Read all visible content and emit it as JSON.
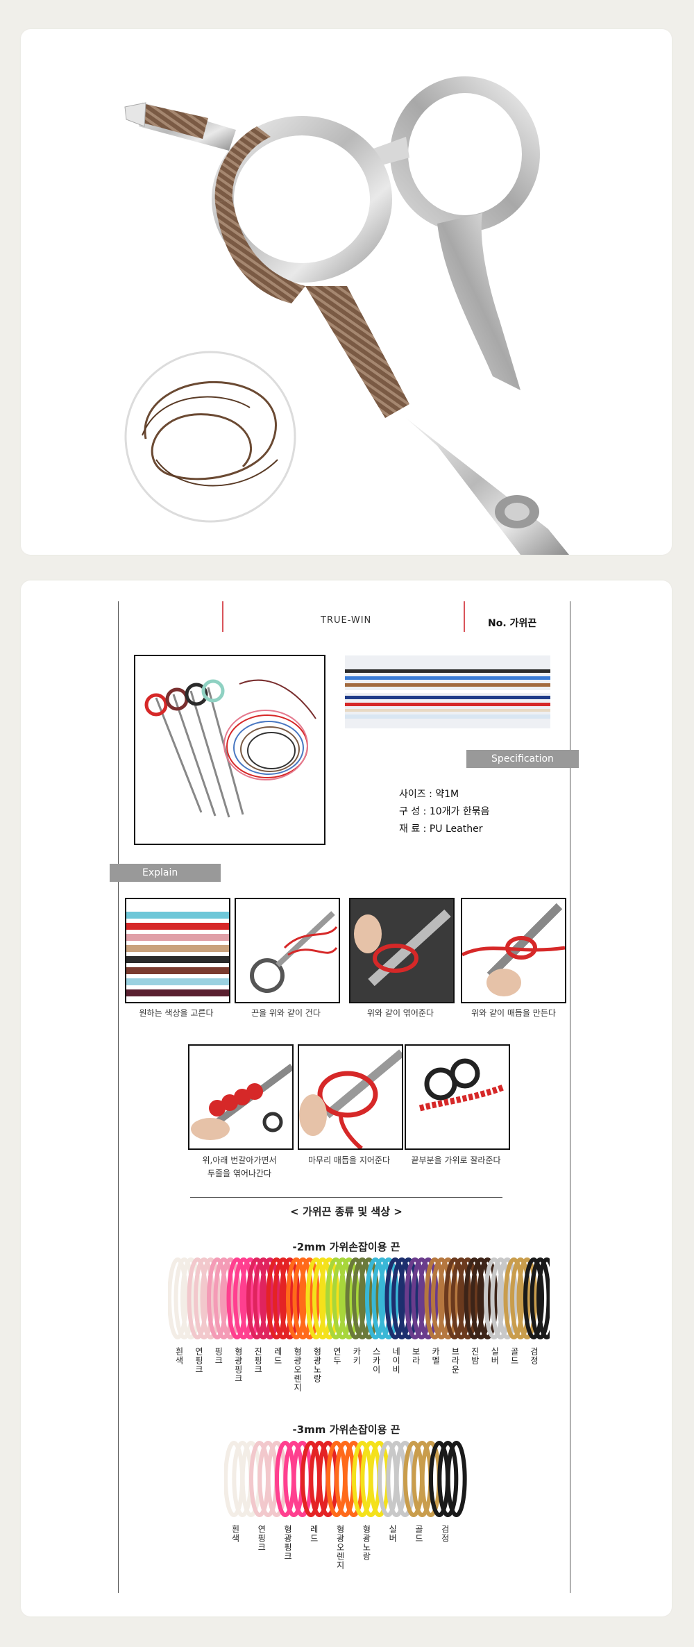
{
  "product": {
    "brand": "TRUE-WIN",
    "number": "No. 가위끈"
  },
  "specification": {
    "tag": "Specification",
    "rows": [
      "사이즈 : 약1M",
      "구  성 : 10개가 한묶음",
      "재  료 : PU Leather"
    ]
  },
  "explain": {
    "tag": "Explain",
    "steps": [
      "원하는 색상을 고른다",
      "끈을 위와 같이 건다",
      "위와 같이 엮어준다",
      "위와 같이 매듭을 만든다",
      "위,아래 번갈아가면서",
      "두줄을 엮어나간다",
      "마무리 매듭을 지어준다",
      "끝부분을 가위로 잘라준다"
    ]
  },
  "colors_section": {
    "title": "< 가위끈 종류 및 색상 >",
    "mm2_title": "-2mm 가위손잡이용 끈",
    "mm2_labels": [
      "흰색",
      "연핑크",
      "핑크",
      "형광핑크",
      "진핑크",
      "레드",
      "형광오렌지",
      "형광노랑",
      "연두",
      "카키",
      "스카이",
      "네이비",
      "보라",
      "카멜",
      "브라운",
      "진밤",
      "실버",
      "골드",
      "검정"
    ],
    "mm3_title": "-3mm 가위손잡이용 끈",
    "mm3_labels": [
      "흰색",
      "연핑크",
      "형광핑크",
      "레드",
      "형광오렌지",
      "형광노랑",
      "실버",
      "골드",
      "검정"
    ]
  },
  "colors": {
    "accent_red": "#d9535a",
    "tag_gray": "#999999",
    "cord_brown": "#6b4a33"
  }
}
